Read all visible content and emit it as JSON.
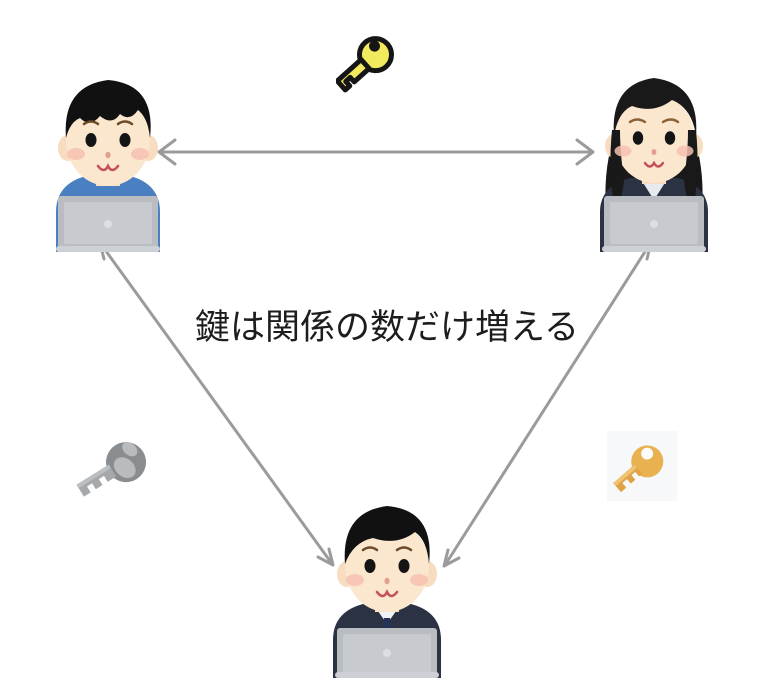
{
  "diagram": {
    "title_text": "鍵は関係の数だけ増える",
    "background_color": "#ffffff",
    "arrow_color": "#9b9b9b",
    "text_color": "#1d1d1d",
    "description": "三者間の共通鍵暗号の鍵配布図",
    "nodes": [
      {
        "id": "person-top-left",
        "label": "男の子（青いシャツ）",
        "position": "top-left",
        "hair_color": "#111111",
        "shirt_color": "#4a7fc1",
        "laptop_color": "#b9bdc2"
      },
      {
        "id": "person-top-right",
        "label": "女性（黒い長髪・紺のスーツ）",
        "position": "top-right",
        "hair_color": "#161616",
        "shirt_color": "#2b3243",
        "laptop_color": "#b9bdc2"
      },
      {
        "id": "person-bottom",
        "label": "男性（紺のスーツ・ネクタイ）",
        "position": "bottom-center",
        "hair_color": "#111111",
        "shirt_color": "#2b3243",
        "laptop_color": "#b9bdc2"
      }
    ],
    "connections": [
      {
        "id": "link-top",
        "from": "person-top-left",
        "to": "person-top-right",
        "style": "double-headed",
        "key_id": "key-yellow"
      },
      {
        "id": "link-left",
        "from": "person-top-left",
        "to": "person-bottom",
        "style": "double-headed",
        "key_id": "key-grey"
      },
      {
        "id": "link-right",
        "from": "person-top-right",
        "to": "person-bottom",
        "style": "double-headed",
        "key_id": "key-orange"
      }
    ],
    "keys": [
      {
        "id": "key-yellow",
        "label": "黄色の鍵",
        "color": "#f2ea5e",
        "outline_color": "#1a1a1a",
        "position": "top-center"
      },
      {
        "id": "key-grey",
        "label": "灰色の鍵",
        "color": "#8f9295",
        "outline_color": "none",
        "position": "bottom-left"
      },
      {
        "id": "key-orange",
        "label": "オレンジの鍵",
        "color": "#e8a94a",
        "outline_color": "none",
        "position": "bottom-right"
      }
    ]
  }
}
